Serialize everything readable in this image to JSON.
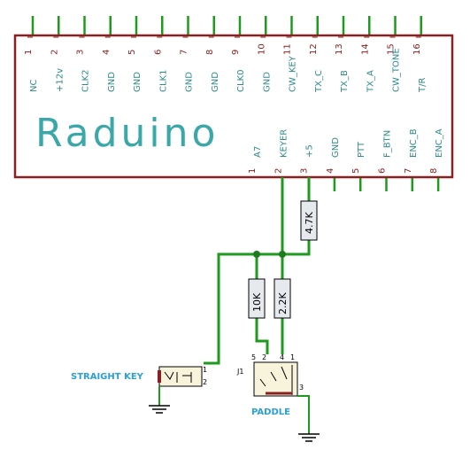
{
  "module": {
    "title": "Raduino",
    "top_pins": [
      {
        "num": "1",
        "label": "NC"
      },
      {
        "num": "2",
        "label": "+12v"
      },
      {
        "num": "3",
        "label": "CLK2"
      },
      {
        "num": "4",
        "label": "GND"
      },
      {
        "num": "5",
        "label": "GND"
      },
      {
        "num": "6",
        "label": "CLK1"
      },
      {
        "num": "7",
        "label": "GND"
      },
      {
        "num": "8",
        "label": "GND"
      },
      {
        "num": "9",
        "label": "CLK0"
      },
      {
        "num": "10",
        "label": "GND"
      },
      {
        "num": "11",
        "label": "CW_KEY"
      },
      {
        "num": "12",
        "label": "TX_C"
      },
      {
        "num": "13",
        "label": "TX_B"
      },
      {
        "num": "14",
        "label": "TX_A"
      },
      {
        "num": "15",
        "label": "CW_TONE"
      },
      {
        "num": "16",
        "label": "T/R"
      }
    ],
    "bottom_pins": [
      {
        "num": "1",
        "label": "A7"
      },
      {
        "num": "2",
        "label": "KEYER"
      },
      {
        "num": "3",
        "label": "+5"
      },
      {
        "num": "4",
        "label": "GND"
      },
      {
        "num": "5",
        "label": "PTT"
      },
      {
        "num": "6",
        "label": "F_BTN"
      },
      {
        "num": "7",
        "label": "ENC_B"
      },
      {
        "num": "8",
        "label": "ENC_A"
      }
    ]
  },
  "resistors": [
    {
      "label": "4.7K"
    },
    {
      "label": "10K"
    },
    {
      "label": "2.2K"
    }
  ],
  "connectors": {
    "straight_key_label": "STRAIGHT KEY",
    "straight_key_pins": [
      "1",
      "2"
    ],
    "paddle_ref": "J1",
    "paddle_label": "PADDLE",
    "paddle_pins": [
      "5",
      "2",
      "4",
      "1",
      "3"
    ]
  },
  "colors": {
    "box": "#8a2020",
    "wire": "#1e9a1e",
    "junction": "#1e7a1e",
    "title": "#3aa8a8",
    "pin_label": "#2c8a8a",
    "annotation": "#2a9fd8",
    "resistor_fill": "#e6e9ee"
  }
}
